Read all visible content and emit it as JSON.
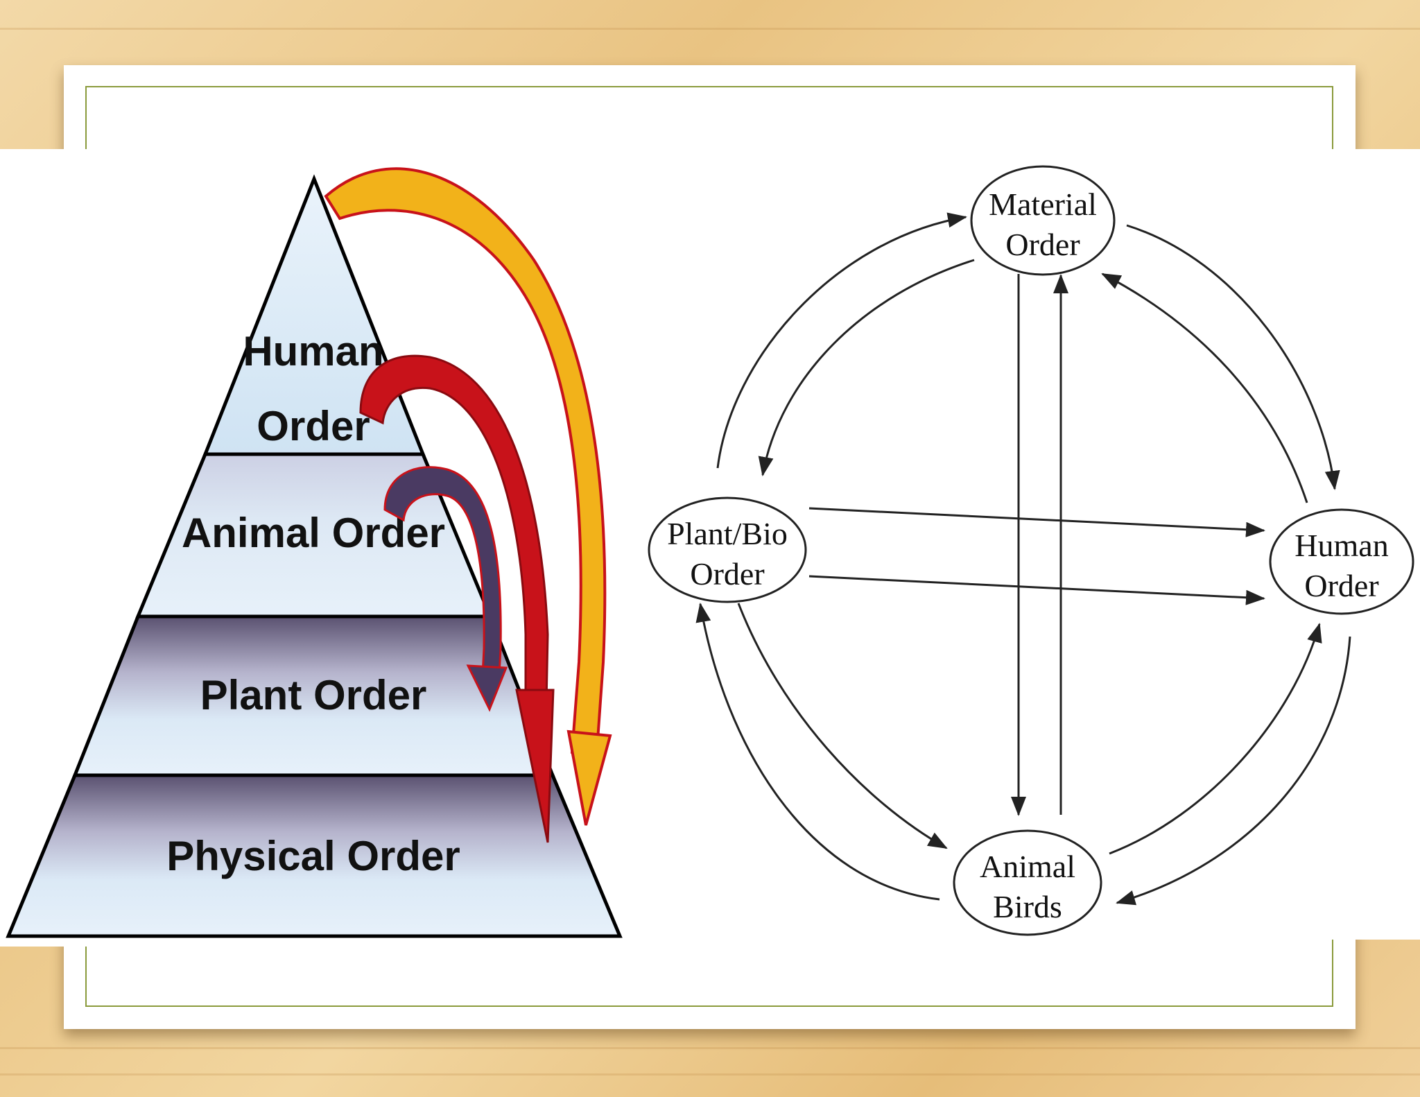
{
  "pyramid": {
    "levels": [
      {
        "line1": "Human",
        "line2": "Order"
      },
      {
        "label": "Animal Order"
      },
      {
        "label": "Plant Order"
      },
      {
        "label": "Physical Order"
      }
    ],
    "arrow_colors": {
      "outer": "#f2b21a",
      "middle": "#c8121a",
      "inner": "#4a3a62",
      "level_fill_light": "#dcecf8",
      "level_fill_dark": "#5a5170"
    }
  },
  "cycle": {
    "nodes": {
      "material": {
        "line1": "Material",
        "line2": "Order"
      },
      "plant": {
        "line1": "Plant/Bio",
        "line2": "Order"
      },
      "human": {
        "line1": "Human",
        "line2": "Order"
      },
      "animal": {
        "line1": "Animal",
        "line2": "Birds"
      }
    }
  }
}
